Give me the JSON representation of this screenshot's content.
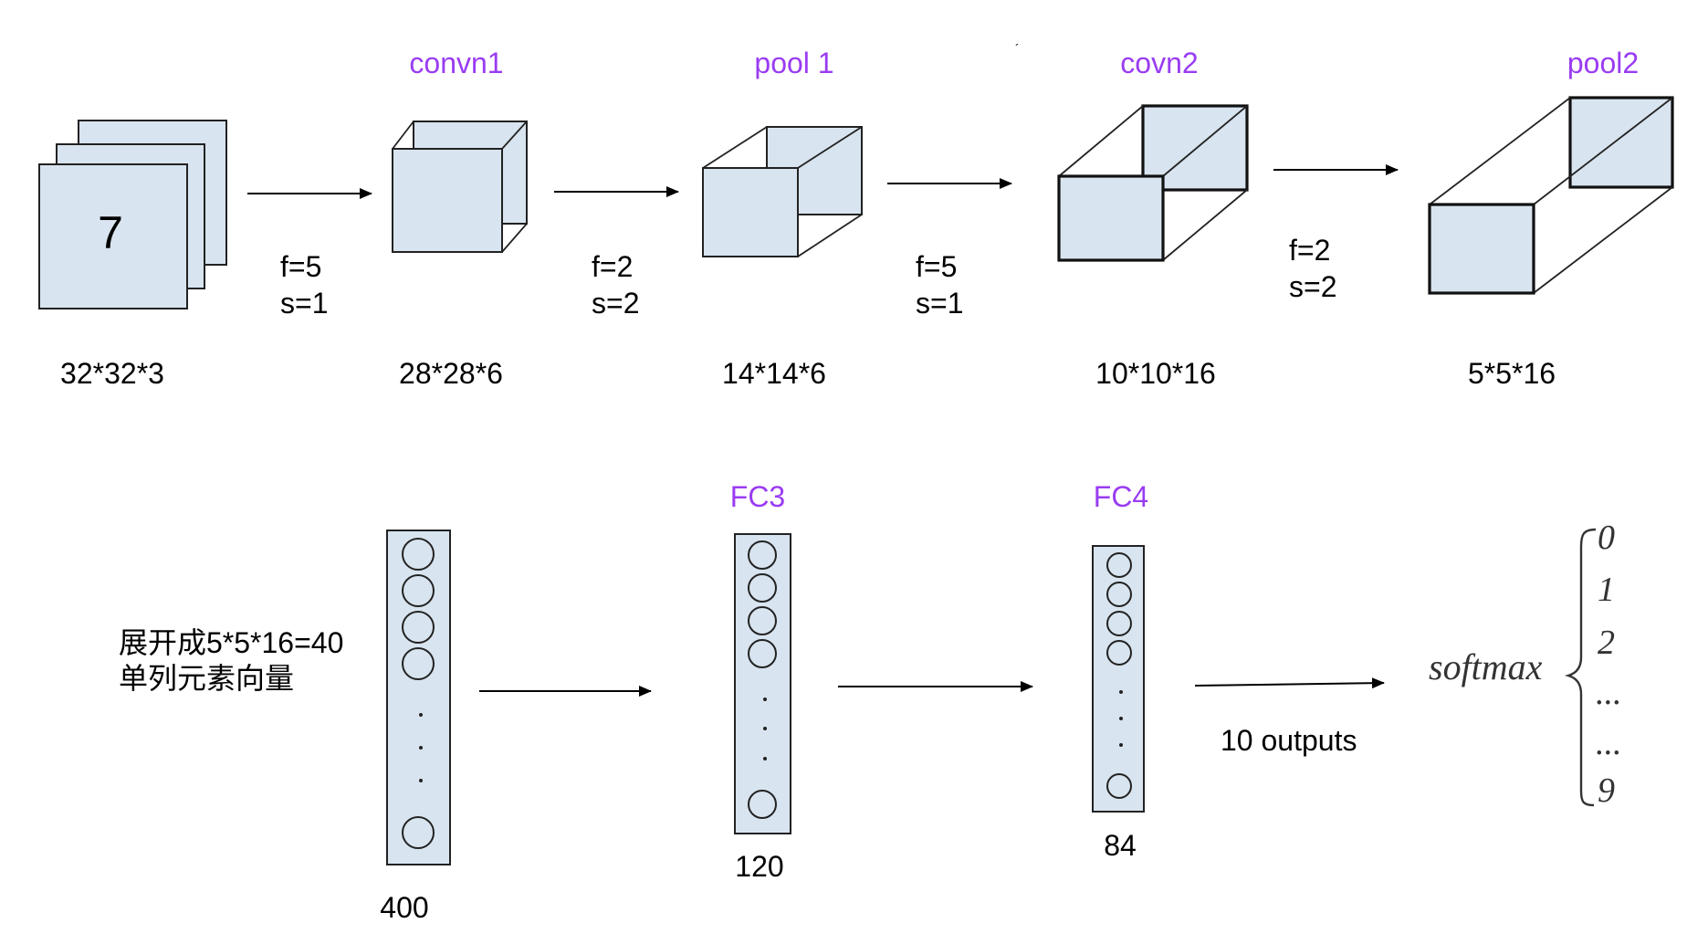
{
  "top_row": {
    "input": {
      "digit": "7",
      "size": "32*32*3"
    },
    "conv1": {
      "title": "convn1",
      "size": "28*28*6",
      "params": [
        "f=5",
        "s=1"
      ]
    },
    "pool1": {
      "title": "pool 1",
      "size": "14*14*6",
      "params": [
        "f=2",
        "s=2"
      ]
    },
    "conv2": {
      "title": "covn2",
      "size": "10*10*16",
      "params": [
        "f=5",
        "s=1"
      ]
    },
    "pool2": {
      "title": "pool2",
      "size": "5*5*16",
      "params": [
        "f=2",
        "s=2"
      ]
    }
  },
  "bottom_row": {
    "flatten_note": [
      "展开成5*5*16=40",
      "单列元素向量"
    ],
    "layer400": {
      "size": "400"
    },
    "fc3": {
      "title": "FC3",
      "size": "120"
    },
    "fc4": {
      "title": "FC4",
      "size": "84"
    },
    "outputs_label": "10 outputs",
    "softmax": {
      "label": "softmax",
      "items": [
        "0",
        "1",
        "2",
        "...",
        "...",
        "9"
      ]
    }
  },
  "colors": {
    "fill": "#d8e4ef",
    "title": "#9a3cf2",
    "stroke": "#222222"
  }
}
